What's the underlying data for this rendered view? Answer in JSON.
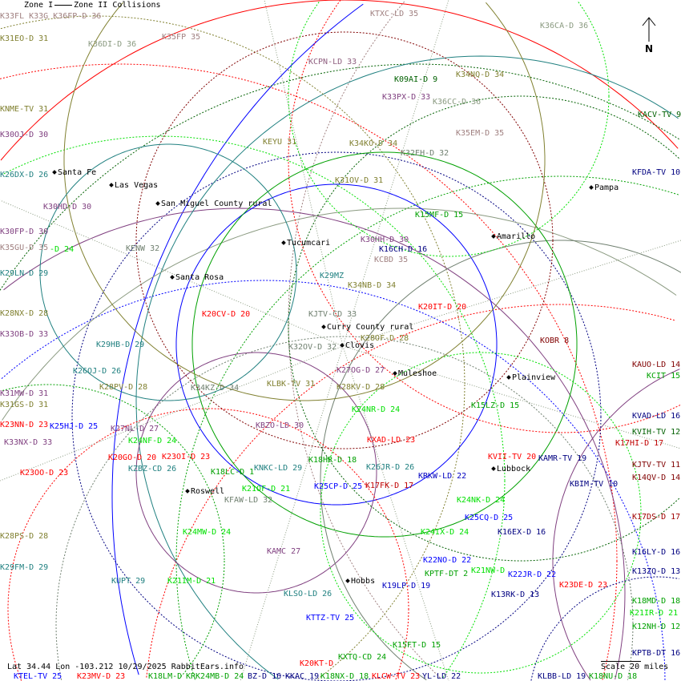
{
  "legend": {
    "zone1": "Zone I",
    "zone2": "Zone II",
    "collisions": "Collisions",
    "overlap_text": "K33FL K33G K36FP-D 36"
  },
  "footer": {
    "coords": "Lat 34.44 Lon -103.212 10/29/2025 RabbitEars.info",
    "scale": "Scale 20 miles"
  },
  "compass": {
    "label": "N"
  },
  "colors": {
    "red": "#ff0000",
    "darkred": "#800000",
    "blue": "#0000ff",
    "navy": "#000080",
    "green": "#00a000",
    "lime": "#00e000",
    "darkgreen": "#006000",
    "olive": "#808030",
    "teal": "#208080",
    "purple": "#804080",
    "rosy": "#a08080",
    "gray": "#708070",
    "sage": "#8a9a80"
  },
  "cities": [
    "Santa Fe",
    "Las Vegas",
    "San Miguel County rural",
    "Pampa",
    "Amarillo",
    "Tucumcari",
    "Santa Rosa",
    "Curry County rural",
    "Clovis",
    "Muleshoe",
    "Plainview",
    "Lubbock",
    "Roswell",
    "Hobbs"
  ],
  "stations": [
    {
      "label": "K31EO-D 31",
      "color": "#808030"
    },
    {
      "label": "K36DI-D 36",
      "color": "#8a9a80"
    },
    {
      "label": "K35FP 35",
      "color": "#a08080"
    },
    {
      "label": "KTXC-LD 35",
      "color": "#a08080"
    },
    {
      "label": "K36CA-D 36",
      "color": "#8a9a80"
    },
    {
      "label": "KCPN-LD 33",
      "color": "#906080"
    },
    {
      "label": "K09AI-D 9",
      "color": "#006000"
    },
    {
      "label": "K34NQ-D 34",
      "color": "#808030"
    },
    {
      "label": "K33PX-D 33",
      "color": "#804080"
    },
    {
      "label": "K36CC-D 36",
      "color": "#8a9a80"
    },
    {
      "label": "KNME-TV 31",
      "color": "#808030"
    },
    {
      "label": "KACV-TV 9",
      "color": "#006000"
    },
    {
      "label": "K35EM-D 35",
      "color": "#a08080"
    },
    {
      "label": "K30OJ-D 30",
      "color": "#804080"
    },
    {
      "label": "KEYU 31",
      "color": "#808030"
    },
    {
      "label": "K34KO-D 34",
      "color": "#808030"
    },
    {
      "label": "K32EH-D 32",
      "color": "#708070"
    },
    {
      "label": "K26DX-D 26",
      "color": "#208080"
    },
    {
      "label": "KFDA-TV 10",
      "color": "#000080"
    },
    {
      "label": "K31OV-D 31",
      "color": "#808030"
    },
    {
      "label": "K30HD-D 30",
      "color": "#804080"
    },
    {
      "label": "K15MF-D 15",
      "color": "#00a000"
    },
    {
      "label": "K30FP-D 30",
      "color": "#804080"
    },
    {
      "label": "K30HH-D 30",
      "color": "#804080"
    },
    {
      "label": "K35GU-D 35",
      "color": "#a08080"
    },
    {
      "label": "-D 24",
      "color": "#00e000"
    },
    {
      "label": "KENW 32",
      "color": "#708070"
    },
    {
      "label": "K16CH-D 16",
      "color": "#000080"
    },
    {
      "label": "KCBD 35",
      "color": "#a08080"
    },
    {
      "label": "K29LN-D 29",
      "color": "#208080"
    },
    {
      "label": "K29MZ",
      "color": "#208080"
    },
    {
      "label": "K34NB-D 34",
      "color": "#808030"
    },
    {
      "label": "K20IT-D 20",
      "color": "#ff0000"
    },
    {
      "label": "K20CV-D 20",
      "color": "#ff0000"
    },
    {
      "label": "K28NX-D 28",
      "color": "#808030"
    },
    {
      "label": "KJTV-CD 33",
      "color": "#708070"
    },
    {
      "label": "K33OB-D 33",
      "color": "#804080"
    },
    {
      "label": "K28OF-D 28",
      "color": "#808030"
    },
    {
      "label": "K29HB-D 29",
      "color": "#208080"
    },
    {
      "label": "K32OV-D 32",
      "color": "#708070"
    },
    {
      "label": "KOBR 8",
      "color": "#800000"
    },
    {
      "label": "K26OJ-D 26",
      "color": "#208080"
    },
    {
      "label": "K27OG-D 27",
      "color": "#804080"
    },
    {
      "label": "KAUO-LD 14",
      "color": "#800000"
    },
    {
      "label": "KCIT 15",
      "color": "#00a000"
    },
    {
      "label": "KLBK-TV 31",
      "color": "#808030"
    },
    {
      "label": "K28PV-D 28",
      "color": "#808030"
    },
    {
      "label": "K34KZ-D 34",
      "color": "#708070"
    },
    {
      "label": "K28KV-D 28",
      "color": "#808030"
    },
    {
      "label": "K31MW-D 31",
      "color": "#804080"
    },
    {
      "label": "K31GS-D 31",
      "color": "#808030"
    },
    {
      "label": "K15LZ-D 15",
      "color": "#00a000"
    },
    {
      "label": "K24NR-D 24",
      "color": "#00e000"
    },
    {
      "label": "KBZO-LD 30",
      "color": "#804080"
    },
    {
      "label": "KVAD-LD 16",
      "color": "#000080"
    },
    {
      "label": "K23NN-D 23",
      "color": "#ff0000"
    },
    {
      "label": "K25HJ-D 25",
      "color": "#0000ff"
    },
    {
      "label": "K27NL-D 27",
      "color": "#804080"
    },
    {
      "label": "KVIH-TV 12",
      "color": "#006000"
    },
    {
      "label": "K24NF-D 24",
      "color": "#00e000"
    },
    {
      "label": "KXAD-LD 23",
      "color": "#ff0000"
    },
    {
      "label": "K17HI-D 17",
      "color": "#c00000"
    },
    {
      "label": "K33NX-D 33",
      "color": "#804080"
    },
    {
      "label": "K20GO-D 20",
      "color": "#ff0000"
    },
    {
      "label": "K23OI-D 23",
      "color": "#ff0000"
    },
    {
      "label": "KVII-TV 20",
      "color": "#ff0000"
    },
    {
      "label": "KAMR-TV 19",
      "color": "#000080"
    },
    {
      "label": "KJTV-TV 11",
      "color": "#800000"
    },
    {
      "label": "K18HR-D 18",
      "color": "#00a000"
    },
    {
      "label": "KZBZ-CD 26",
      "color": "#208080"
    },
    {
      "label": "K18LC-D 1",
      "color": "#00a000"
    },
    {
      "label": "KNKC-LD 29",
      "color": "#208080"
    },
    {
      "label": "K26JR-D 26",
      "color": "#208080"
    },
    {
      "label": "KRKW-LD 22",
      "color": "#0000c0"
    },
    {
      "label": "K23OO-D 23",
      "color": "#ff0000"
    },
    {
      "label": "K14QV-D 14",
      "color": "#800000"
    },
    {
      "label": "K17FK-D 17",
      "color": "#c00000"
    },
    {
      "label": "K25CP-D 25",
      "color": "#0000ff"
    },
    {
      "label": "KBIM-TV 10",
      "color": "#000080"
    },
    {
      "label": "K21OF-D 21",
      "color": "#00e000"
    },
    {
      "label": "KFAW-LD 32",
      "color": "#708070"
    },
    {
      "label": "K17DS-D 17",
      "color": "#a00000"
    },
    {
      "label": "K24NK-D 24",
      "color": "#00e000"
    },
    {
      "label": "K25CQ-D 25",
      "color": "#0000ff"
    },
    {
      "label": "K28PS-D 28",
      "color": "#808030"
    },
    {
      "label": "K24MW-D 24",
      "color": "#00e000"
    },
    {
      "label": "K24IX-D 24",
      "color": "#00e000"
    },
    {
      "label": "K16EX-D 16",
      "color": "#000080"
    },
    {
      "label": "KAMC 27",
      "color": "#804080"
    },
    {
      "label": "K16LY-D 16",
      "color": "#000080"
    },
    {
      "label": "K22NO-D 22",
      "color": "#0000ff"
    },
    {
      "label": "K29FM-D 29",
      "color": "#208080"
    },
    {
      "label": "KPTF-DT 2",
      "color": "#00a000"
    },
    {
      "label": "K21NW-D",
      "color": "#00e000"
    },
    {
      "label": "K22JR-D 22",
      "color": "#0000ff"
    },
    {
      "label": "K13ZQ-D 13",
      "color": "#000080"
    },
    {
      "label": "KUPT 29",
      "color": "#208080"
    },
    {
      "label": "K21IM-D 21",
      "color": "#00e000"
    },
    {
      "label": "K23DE-D 23",
      "color": "#ff0000"
    },
    {
      "label": "K19LP-D 19",
      "color": "#0000c0"
    },
    {
      "label": "K13RK-D 13",
      "color": "#000080"
    },
    {
      "label": "KLSO-LD 26",
      "color": "#208080"
    },
    {
      "label": "K18MD-D 18",
      "color": "#00a000"
    },
    {
      "label": "K21IR-D 21",
      "color": "#00e000"
    },
    {
      "label": "KTTZ-TV 25",
      "color": "#0000ff"
    },
    {
      "label": "K12NH-D 12",
      "color": "#00a000"
    },
    {
      "label": "K15FT-D 15",
      "color": "#00a000"
    },
    {
      "label": "KPTB-DT 16",
      "color": "#000080"
    },
    {
      "label": "KXTQ-CD 24",
      "color": "#00a000"
    },
    {
      "label": "K20KT-D",
      "color": "#ff0000"
    },
    {
      "label": "KTEL-TV 25",
      "color": "#0000ff"
    },
    {
      "label": "K23MV-D 23",
      "color": "#ff0000"
    },
    {
      "label": "K18LM-D",
      "color": "#00a000"
    },
    {
      "label": "KRK24MB-D 24",
      "color": "#00a000"
    },
    {
      "label": "BZ-D 16",
      "color": "#000080"
    },
    {
      "label": "KKAC 19",
      "color": "#000080"
    },
    {
      "label": "K18NX-D 18",
      "color": "#00a000"
    },
    {
      "label": "KLCW-TV 23",
      "color": "#ff0000"
    },
    {
      "label": "YL-LD 22",
      "color": "#000080"
    },
    {
      "label": "KLBB-LD 19",
      "color": "#000080"
    },
    {
      "label": "K18NU-D 18",
      "color": "#00a000"
    }
  ]
}
